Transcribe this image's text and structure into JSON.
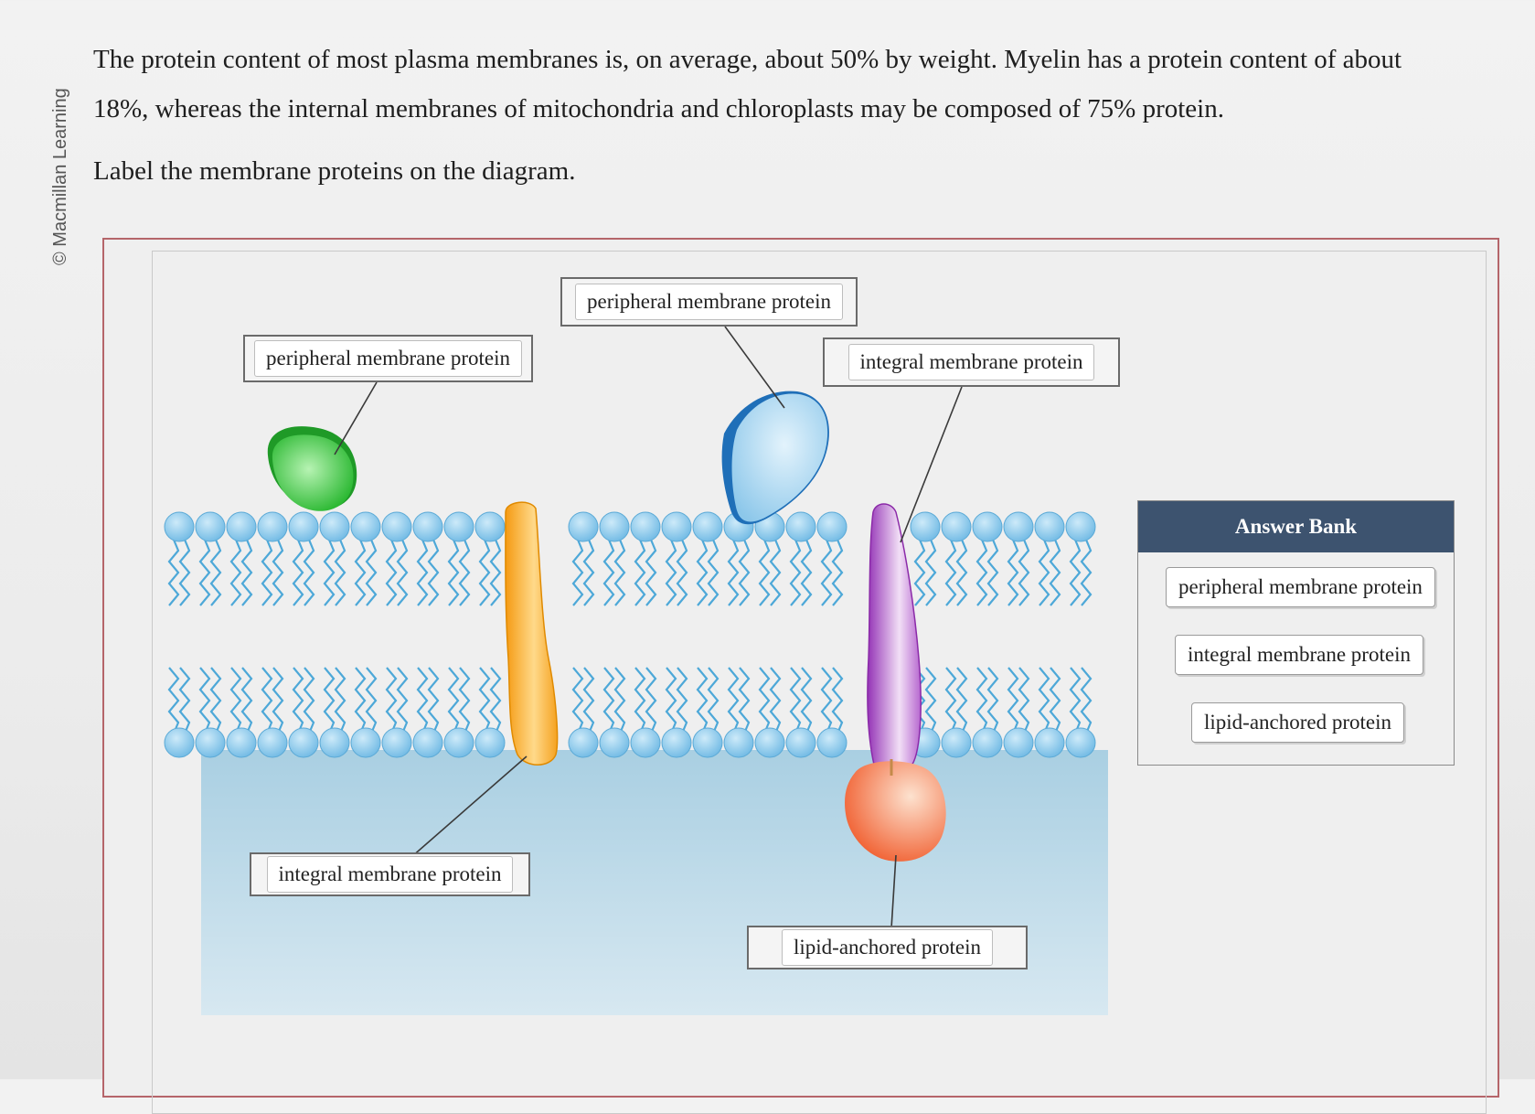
{
  "watermark": "© Macmillan Learning",
  "question": {
    "line1": "The protein content of most plasma membranes is, on average, about 50% by weight. Myelin has a protein content of about",
    "line2": "18%, whereas the internal membranes of mitochondria and chloroplasts may be composed of 75% protein.",
    "instruction": "Label the membrane proteins on the diagram."
  },
  "placed_labels": [
    {
      "slot": "top-left",
      "text": "peripheral membrane protein"
    },
    {
      "slot": "top-center",
      "text": "peripheral membrane protein"
    },
    {
      "slot": "top-right",
      "text": "integral membrane protein"
    },
    {
      "slot": "bottom-left",
      "text": "integral membrane protein"
    },
    {
      "slot": "bottom-right",
      "text": "lipid-anchored protein"
    }
  ],
  "answer_bank": {
    "title": "Answer Bank",
    "items": [
      "peripheral membrane protein",
      "integral membrane protein",
      "lipid-anchored protein"
    ]
  },
  "colors": {
    "frame_border": "#b5656a",
    "bank_header": "#3d536f",
    "lipid_head": "#7cc3ea",
    "cytoplasm": "#c6dde9",
    "protein_green": "#2fbf3a",
    "protein_blue": "#9fd1ef",
    "protein_orange": "#f7a21b",
    "protein_purple": "#a540c0",
    "protein_red": "#f26a3d"
  }
}
